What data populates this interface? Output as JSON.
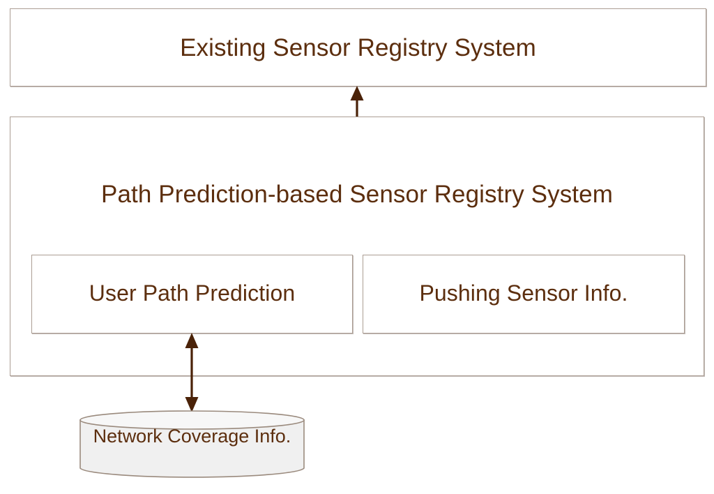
{
  "diagram": {
    "title": "Path Prediction-based Sensor Registry System architecture",
    "colors": {
      "text": "#5c2e0e",
      "box_border": "#ab9d93",
      "box_fill": "#ffffff",
      "arrow": "#4a2208",
      "cylinder_fill": "#f0f0f0",
      "cylinder_border": "#9a8a7d",
      "background": "#ffffff"
    },
    "nodes": {
      "existing_system": {
        "label": "Existing Sensor Registry System",
        "shape": "rectangle"
      },
      "path_prediction_system": {
        "label": "Path Prediction-based Sensor Registry System",
        "shape": "rectangle"
      },
      "user_path_prediction": {
        "label": "User Path Prediction",
        "shape": "rectangle"
      },
      "pushing_sensor_info": {
        "label": "Pushing Sensor Info.",
        "shape": "rectangle"
      },
      "network_coverage_info": {
        "label": "Network Coverage Info.",
        "shape": "cylinder"
      }
    },
    "edges": [
      {
        "name": "registry-uplink-arrow",
        "from": "path_prediction_system",
        "to": "existing_system",
        "style": "single-arrow-up"
      },
      {
        "name": "coverage-bidirectional-arrow",
        "from": "user_path_prediction",
        "to": "network_coverage_info",
        "style": "double-headed-arrow-vertical"
      }
    ]
  }
}
